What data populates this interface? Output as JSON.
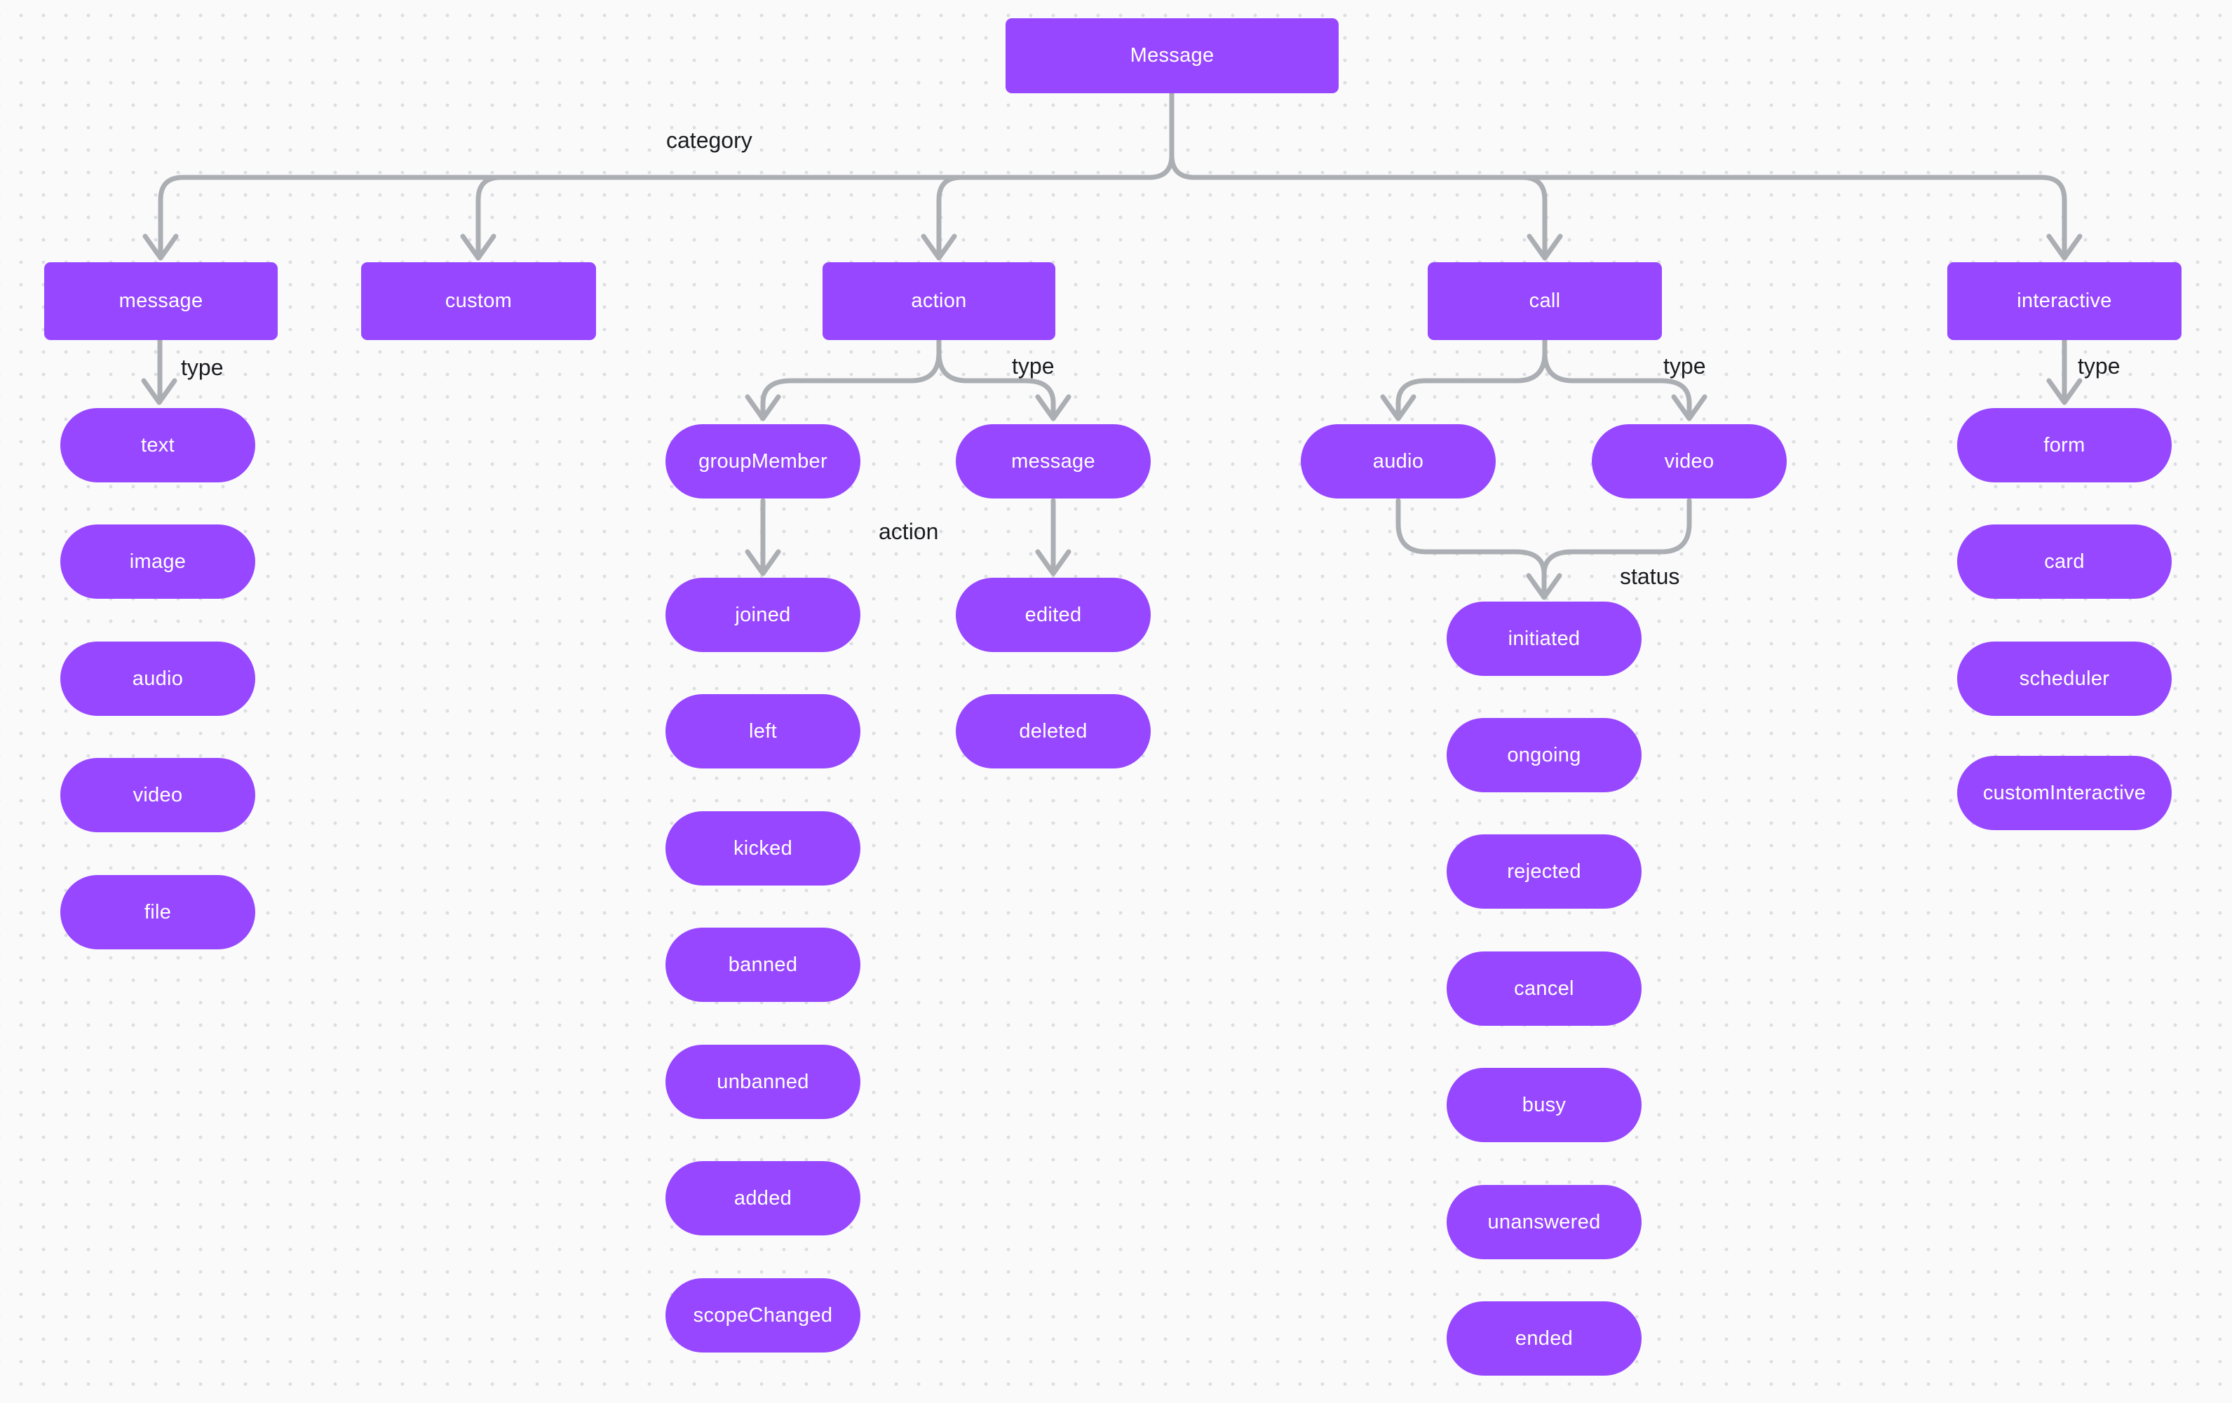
{
  "diagram_title": "Message",
  "nodes": {
    "root": "Message",
    "message": "message",
    "custom": "custom",
    "action": "action",
    "call": "call",
    "interactive": "interactive",
    "text": "text",
    "image": "image",
    "audio": "audio",
    "video": "video",
    "file": "file",
    "groupMember": "groupMember",
    "actionMessage": "message",
    "joined": "joined",
    "left": "left",
    "kicked": "kicked",
    "banned": "banned",
    "unbanned": "unbanned",
    "added": "added",
    "scopeChanged": "scopeChanged",
    "edited": "edited",
    "deleted": "deleted",
    "callAudio": "audio",
    "callVideo": "video",
    "initiated": "initiated",
    "ongoing": "ongoing",
    "rejected": "rejected",
    "cancel": "cancel",
    "busy": "busy",
    "unanswered": "unanswered",
    "ended": "ended",
    "form": "form",
    "card": "card",
    "scheduler": "scheduler",
    "customInteractive": "customInteractive"
  },
  "edge_labels": {
    "category": "category",
    "type_message": "type",
    "type_action": "type",
    "type_call": "type",
    "type_interactive": "type",
    "action": "action",
    "status": "status"
  },
  "colors": {
    "node_fill": "#9747FF",
    "node_text": "#FFFFFF",
    "connector": "#ABAEB2",
    "label_text": "#1A1C1F",
    "canvas_bg": "#FAFAFB",
    "grid_dot": "#DCDEE1"
  }
}
